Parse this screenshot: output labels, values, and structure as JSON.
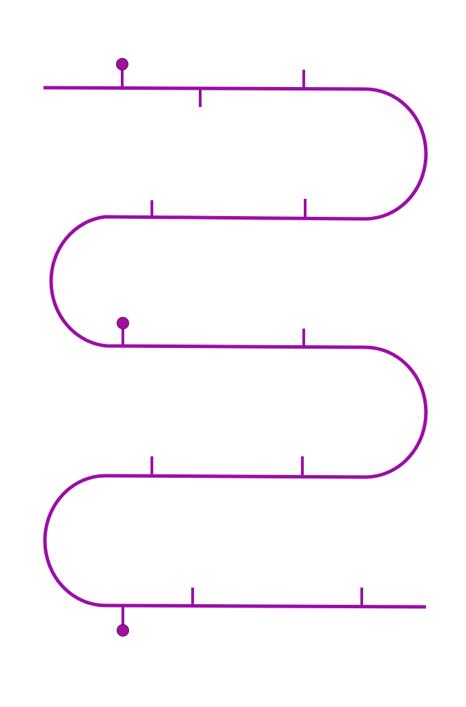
{
  "colors": {
    "background": "#ffffff",
    "path": "#9b0ea6",
    "pin_fill": "#a0119e",
    "pin_outline": "#5e0a63"
  },
  "timeline": {
    "shape": "serpentine",
    "row_count": 5,
    "tick_count": 9,
    "pin_count": 3
  }
}
